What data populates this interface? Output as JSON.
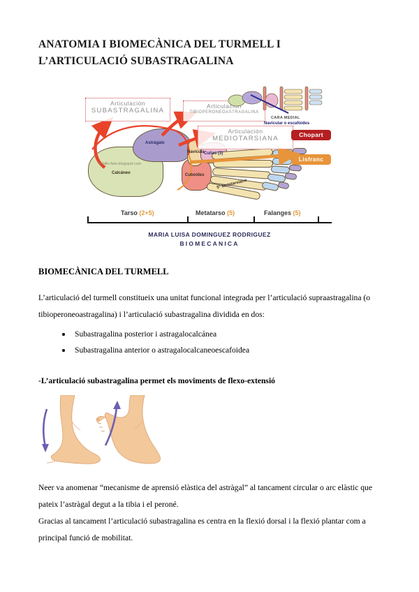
{
  "document": {
    "title_line1": "ANATOMIA I BIOMECÀNICA DEL TURMELL I",
    "title_line2": "L’ARTICULACIÓ SUBASTRAGALINA"
  },
  "figure": {
    "label_boxes": [
      {
        "line1": "Articulación",
        "line2": "SUBASTRAGALINA"
      },
      {
        "line1": "Articulación",
        "line2": "TIBIOPERONEOASTRAGALINA"
      },
      {
        "line1": "Articulación",
        "line2": "MEDIOTARSIANA"
      }
    ],
    "chips": [
      {
        "label": "Chopart",
        "color": "#b51f22"
      },
      {
        "label": "Lisfranc",
        "color": "#e8943a"
      }
    ],
    "bone_labels": {
      "astragalo": "Astrágalo",
      "calcaneo": "Calcáneo",
      "navicular": "Navicula",
      "cuboides": "Cuboides",
      "cunas": "Cuñas (3)",
      "metatarsiano": "5º Metatarsiano"
    },
    "watermark": "tobillo-fisio.blogspot.com",
    "inset": {
      "cara_medial": "CARA MEDIAL",
      "navicular_escafoides": "Navicular o escafoides"
    },
    "scale_segments": [
      {
        "name": "Tarso",
        "count": "(2+5)"
      },
      {
        "name": "Metatarso",
        "count": "(5)"
      },
      {
        "name": "Falanges",
        "count": "(5)"
      }
    ],
    "caption_line1": "MARIA LUISA DOMINGUEZ RODRIGUEZ",
    "caption_line2": "BIOMECANICA"
  },
  "body": {
    "section_heading": "BIOMECÀNICA DEL TURMELL",
    "intro_paragraph": "L’articulació del turmell constitueix una unitat funcional integrada per l’articulació supraastragalina (o tibioperoneoastragalina) i l’articulació subastragalina dividida en dos:",
    "bullets": [
      "Subastragalina posterior i astragalocalcánea",
      "Subastragalina anterior o astragalocalcaneoescafoidea"
    ],
    "movement_heading": "-L’articulació subastragalina permet els moviments de flexo-extensió",
    "closing_paragraph_1": "Neer va anomenar “mecanisme de aprensió elàstica del astràgal” al tancament circular o arc elàstic que pateix l’astràgal degut a la tibia i el peroné.",
    "closing_paragraph_2": "Gracias al tancament  l’articulació subastragalina es centra en la flexió dorsal i la flexió plantar com a principal funció de mobilitat."
  }
}
